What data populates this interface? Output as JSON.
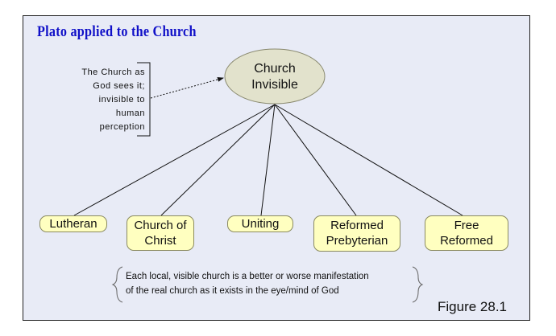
{
  "title": "Plato applied to the Church",
  "root": {
    "line1": "Church",
    "line2": "Invisible"
  },
  "callout": {
    "lines": [
      "The Church as",
      "God sees it;",
      "invisible to",
      "human",
      "perception"
    ]
  },
  "nodes": [
    {
      "label": "Lutheran"
    },
    {
      "label": "Church of Christ"
    },
    {
      "label": "Uniting"
    },
    {
      "label": "Reformed Prebyterian"
    },
    {
      "label": "Free Reformed"
    }
  ],
  "note": {
    "line1": "Each local, visible church is a better or worse manifestation",
    "line2": "of the real church as it exists in the eye/mind of God"
  },
  "figure_label": "Figure 28.1",
  "colors": {
    "title": "#1010c8",
    "node_fill": "#ffffc0",
    "ellipse_fill": "#e2e2cc",
    "background": "#e8ebf6"
  }
}
